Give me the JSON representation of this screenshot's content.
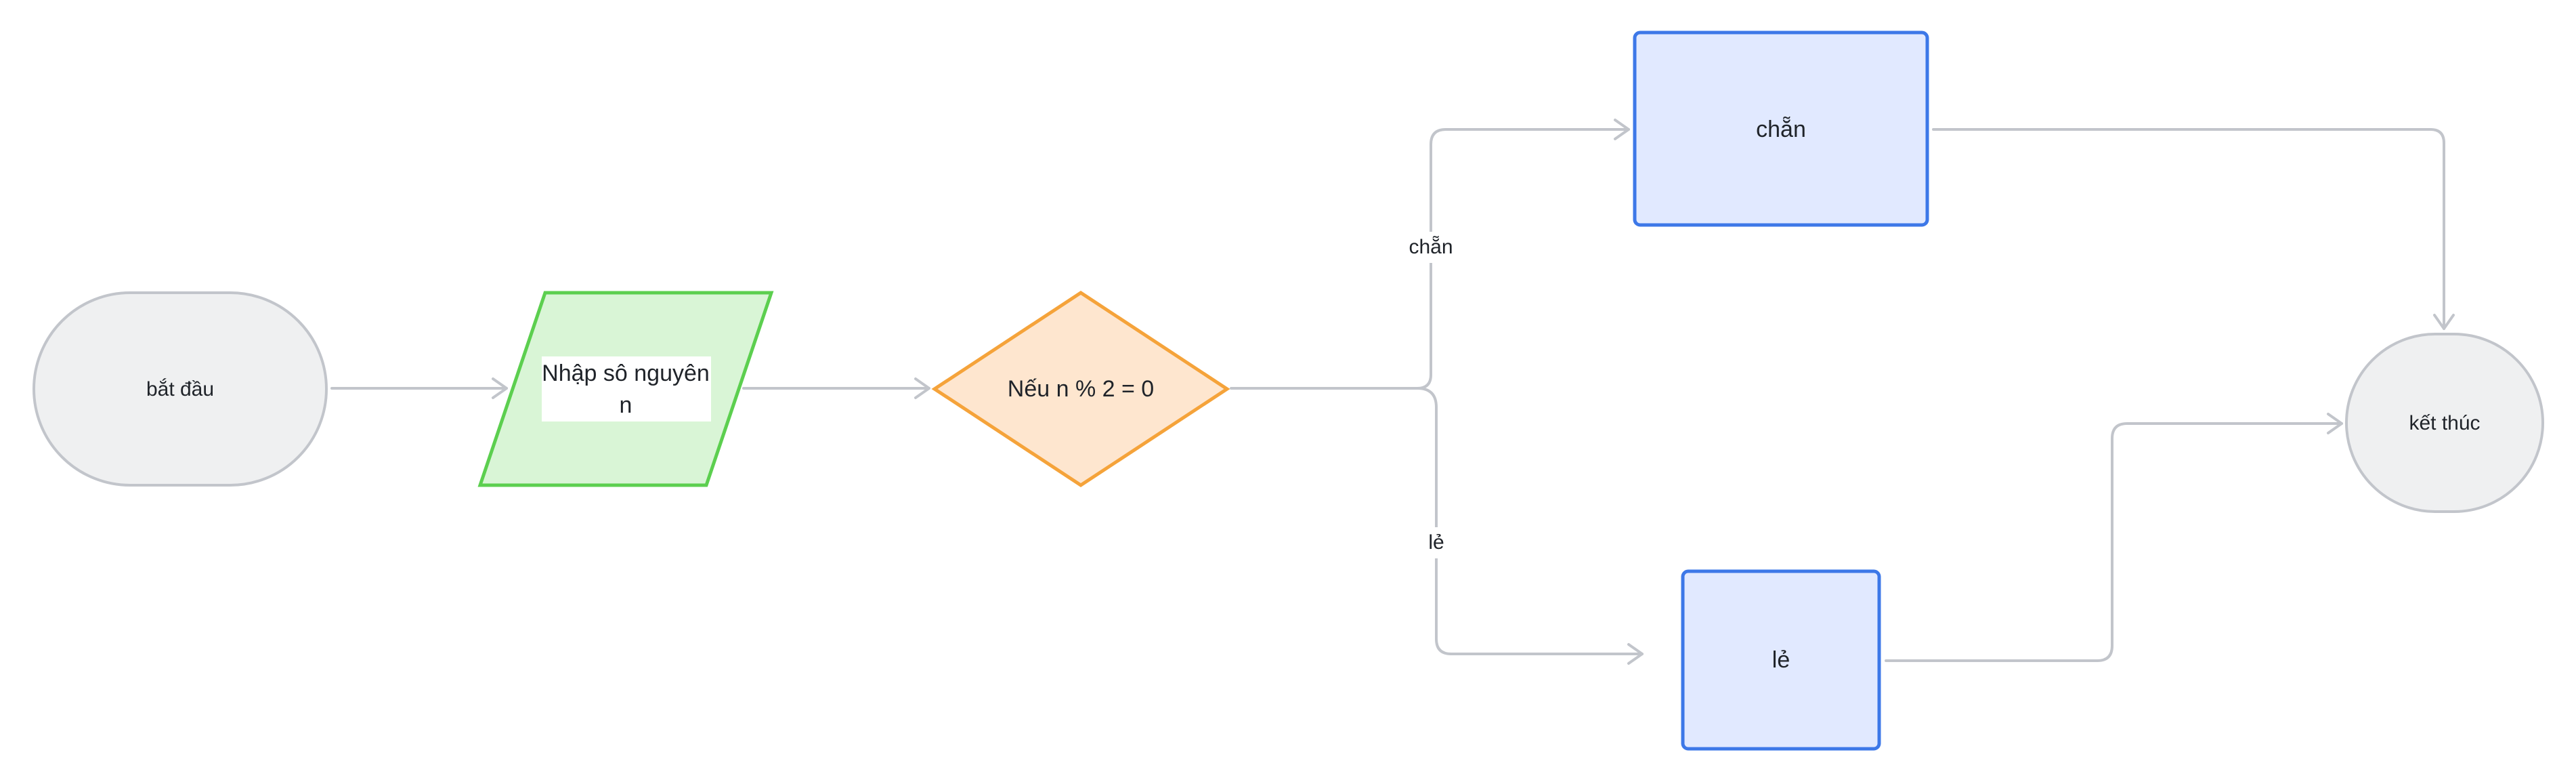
{
  "diagram": {
    "nodes": {
      "start": {
        "label": "bắt đầu",
        "fill": "#eff0f1",
        "stroke": "#c2c5cb"
      },
      "input": {
        "label_line1": "Nhập sô nguyên",
        "label_line2": "n",
        "fill": "#d9f5d6",
        "stroke": "#5ccf4f"
      },
      "decision": {
        "label": "Nếu n % 2 = 0",
        "fill": "#fee6cf",
        "stroke": "#f5a33a"
      },
      "even": {
        "label": "chẵn",
        "fill": "#e1e9ff",
        "stroke": "#3d78e8"
      },
      "odd": {
        "label": "lẻ",
        "fill": "#e1e9ff",
        "stroke": "#3d78e8"
      },
      "end": {
        "label": "kết thúc",
        "fill": "#eff0f1",
        "stroke": "#c2c5cb"
      }
    },
    "edges": {
      "even_label": "chẵn",
      "odd_label": "lẻ"
    },
    "connector_color": "#c2c5cb"
  }
}
